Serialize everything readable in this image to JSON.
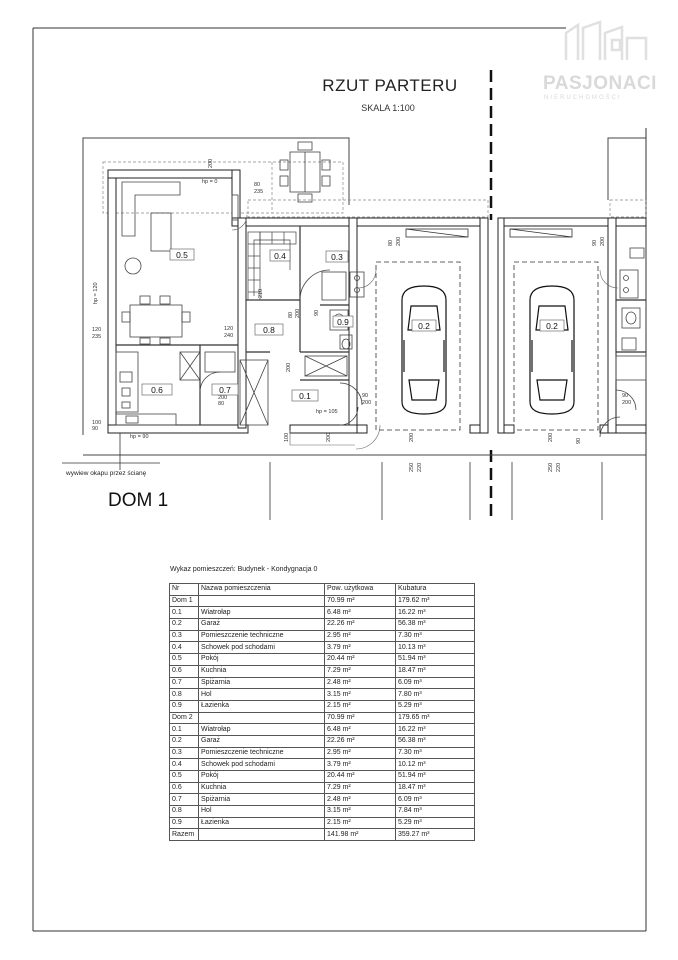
{
  "drawing": {
    "title": "RZUT PARTERU",
    "scale": "SKALA 1:100",
    "house_label": "DOM 1",
    "window_note": "wywiew okapu przez ścianę"
  },
  "logo": {
    "text": "PASJONACI",
    "subtext": "NIERUCHOMOŚCI"
  },
  "rooms_on_plan": [
    "0.5",
    "0.4",
    "0.3",
    "0.8",
    "0.6",
    "0.7",
    "0.9",
    "0.1",
    "0.2",
    "0.2"
  ],
  "dimensions": [
    "200",
    "80",
    "235",
    "80",
    "200",
    "90",
    "200",
    "120",
    "240",
    "120",
    "235",
    "80",
    "200",
    "90",
    "200",
    "100",
    "90",
    "80",
    "200",
    "210",
    "100",
    "200",
    "90",
    "200",
    "90",
    "200",
    "90",
    "250",
    "220",
    "200",
    "250",
    "220",
    "200",
    "hp = 90",
    "hp = 0",
    "hp = 120",
    "hp = 105"
  ],
  "table": {
    "caption": "Wykaz pomieszczeń: Budynek - Kondygnacja 0",
    "headers": [
      "Nr",
      "Nazwa pomieszczenia",
      "Pow. użytkowa",
      "Kubatura"
    ],
    "rows": [
      [
        "Dom 1",
        "",
        "70.99 m²",
        "179.62 m³"
      ],
      [
        "0.1",
        "Wiatrołap",
        "6.48 m²",
        "16.22 m³"
      ],
      [
        "0.2",
        "Garaż",
        "22.26 m²",
        "56.38 m³"
      ],
      [
        "0.3",
        "Pomieszczenie techniczne",
        "2.95 m²",
        "7.30 m³"
      ],
      [
        "0.4",
        "Schowek pod schodami",
        "3.79 m²",
        "10.13 m³"
      ],
      [
        "0.5",
        "Pokój",
        "20.44 m²",
        "51.94 m³"
      ],
      [
        "0.6",
        "Kuchnia",
        "7.29 m²",
        "18.47 m³"
      ],
      [
        "0.7",
        "Spiżarnia",
        "2.48 m²",
        "6.09 m³"
      ],
      [
        "0.8",
        "Hol",
        "3.15 m²",
        "7.80 m³"
      ],
      [
        "0.9",
        "Łazienka",
        "2.15 m²",
        "5.29 m³"
      ],
      [
        "Dom 2",
        "",
        "70.99 m²",
        "179.65 m³"
      ],
      [
        "0.1",
        "Wiatrołap",
        "6.48 m²",
        "16.22 m³"
      ],
      [
        "0.2",
        "Garaż",
        "22.26 m²",
        "56.38 m³"
      ],
      [
        "0.3",
        "Pomieszczenie techniczne",
        "2.95 m²",
        "7.30 m³"
      ],
      [
        "0.4",
        "Schowek pod schodami",
        "3.79 m²",
        "10.12 m³"
      ],
      [
        "0.5",
        "Pokój",
        "20.44 m²",
        "51.94 m³"
      ],
      [
        "0.6",
        "Kuchnia",
        "7.29 m²",
        "18.47 m³"
      ],
      [
        "0.7",
        "Spiżarnia",
        "2.48 m²",
        "6.09 m³"
      ],
      [
        "0.8",
        "Hol",
        "3.15 m²",
        "7.84 m³"
      ],
      [
        "0.9",
        "Łazienka",
        "2.15 m²",
        "5.29 m³"
      ],
      [
        "Razem",
        "",
        "141.98 m²",
        "359.27 m³"
      ]
    ]
  }
}
